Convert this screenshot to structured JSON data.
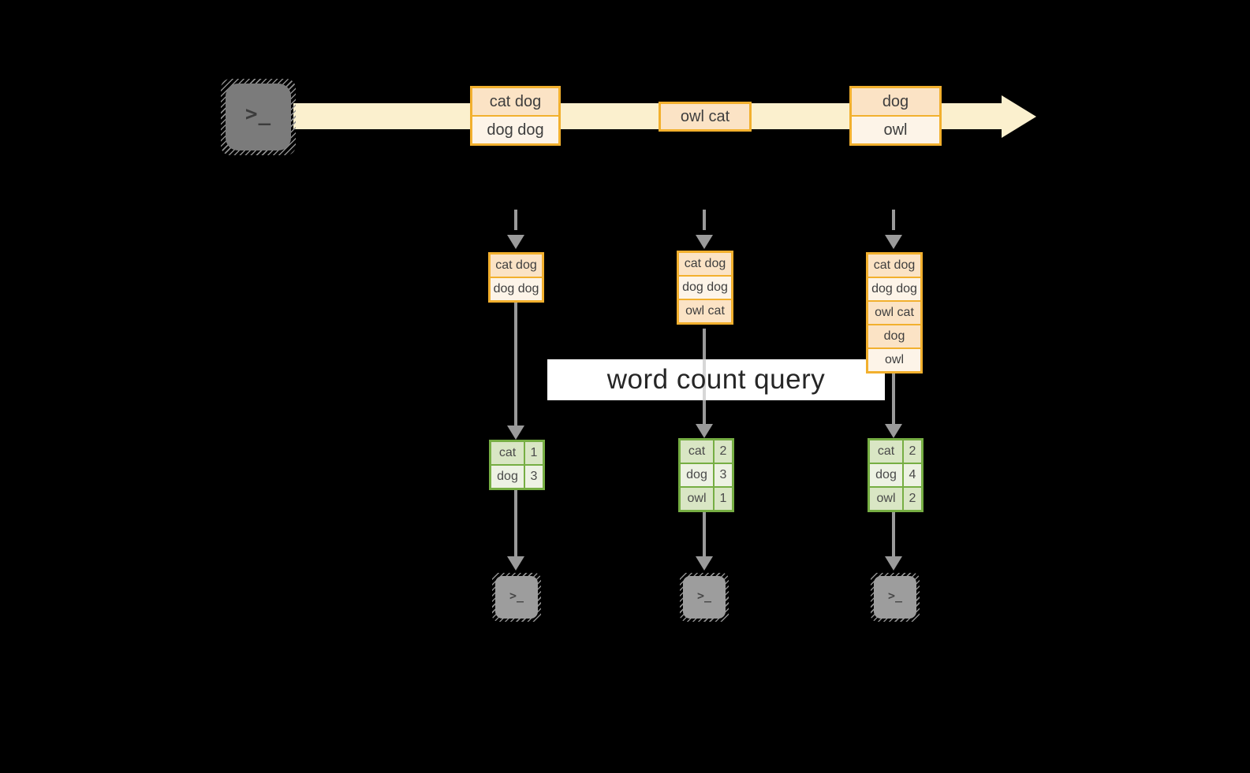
{
  "diagram": {
    "query_label": "word count query",
    "terminal_glyph": ">_",
    "colors": {
      "background": "#000000",
      "gold_border": "#F2B02E",
      "peach_fill": "#FBE3C5",
      "cream_fill": "#FDF4E8",
      "stream_band": "#FBF0CE",
      "green_border": "#76AE43",
      "green_dark_fill": "#D9E6C4",
      "green_light_fill": "#EDF2E3",
      "arrow_gray": "#9A9A9A",
      "terminal_gray": "#7B7B7B",
      "terminal_gray_light": "#9D9D9D"
    }
  },
  "stream": {
    "batches": [
      [
        "cat dog",
        "dog dog"
      ],
      [
        "owl cat"
      ],
      [
        "dog",
        "owl"
      ]
    ]
  },
  "states": [
    [
      "cat dog",
      "dog dog"
    ],
    [
      "cat dog",
      "dog dog",
      "owl cat"
    ],
    [
      "cat dog",
      "dog dog",
      "owl cat",
      "dog",
      "owl"
    ]
  ],
  "counts": [
    [
      [
        "cat",
        "1"
      ],
      [
        "dog",
        "3"
      ]
    ],
    [
      [
        "cat",
        "2"
      ],
      [
        "dog",
        "3"
      ],
      [
        "owl",
        "1"
      ]
    ],
    [
      [
        "cat",
        "2"
      ],
      [
        "dog",
        "4"
      ],
      [
        "owl",
        "2"
      ]
    ]
  ]
}
